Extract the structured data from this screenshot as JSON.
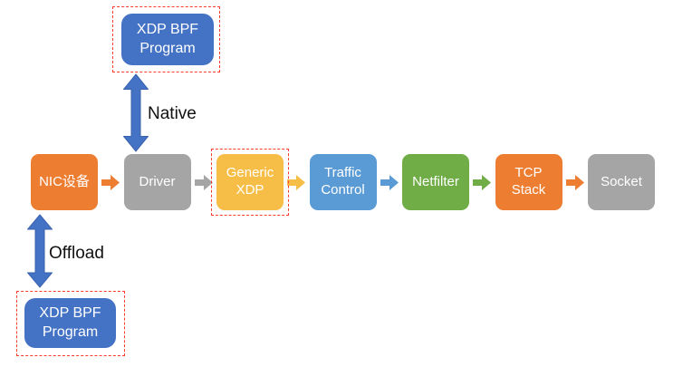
{
  "diagram": {
    "subject": "XDP BPF packet flow",
    "background": "#FFFFFF"
  },
  "colors": {
    "accent_blue": "#4472C4",
    "accent_blue_dark": "#3A62AD",
    "accent_orange": "#ED7D31",
    "accent_gray": "#A5A5A5",
    "accent_gold": "#F6BE46",
    "accent_light_blue": "#5B9BD5",
    "accent_green": "#70AD47",
    "dashed_red": "#FB3B2D",
    "node_text": "#FFFFFF",
    "label_text": "#111111"
  },
  "native_program": {
    "label": "XDP BPF\nProgram",
    "fill": "#4472C4"
  },
  "offload_program": {
    "label": "XDP BPF\nProgram",
    "fill": "#4472C4"
  },
  "links": {
    "native": {
      "label": "Native",
      "color": "#4472C4"
    },
    "offload": {
      "label": "Offload",
      "color": "#4472C4"
    }
  },
  "flow": {
    "nodes": [
      {
        "label": "NIC设备",
        "color": "#ED7D31",
        "dashed": false
      },
      {
        "label": "Driver",
        "color": "#A5A5A5",
        "dashed": false
      },
      {
        "label": "Generic\nXDP",
        "color": "#F6BE46",
        "dashed": true
      },
      {
        "label": "Traffic\nControl",
        "color": "#5B9BD5",
        "dashed": false
      },
      {
        "label": "Netfilter",
        "color": "#70AD47",
        "dashed": false
      },
      {
        "label": "TCP\nStack",
        "color": "#ED7D31",
        "dashed": false
      },
      {
        "label": "Socket",
        "color": "#A5A5A5",
        "dashed": false
      }
    ],
    "arrows": [
      {
        "name": "nic-to-driver",
        "color": "#ED7D31"
      },
      {
        "name": "driver-to-generic-xdp",
        "color": "#A5A5A5"
      },
      {
        "name": "generic-xdp-to-tc",
        "color": "#F6BE46"
      },
      {
        "name": "tc-to-netfilter",
        "color": "#5B9BD5"
      },
      {
        "name": "netfilter-to-tcp-stack",
        "color": "#70AD47"
      },
      {
        "name": "tcp-stack-to-socket",
        "color": "#ED7D31"
      }
    ]
  }
}
